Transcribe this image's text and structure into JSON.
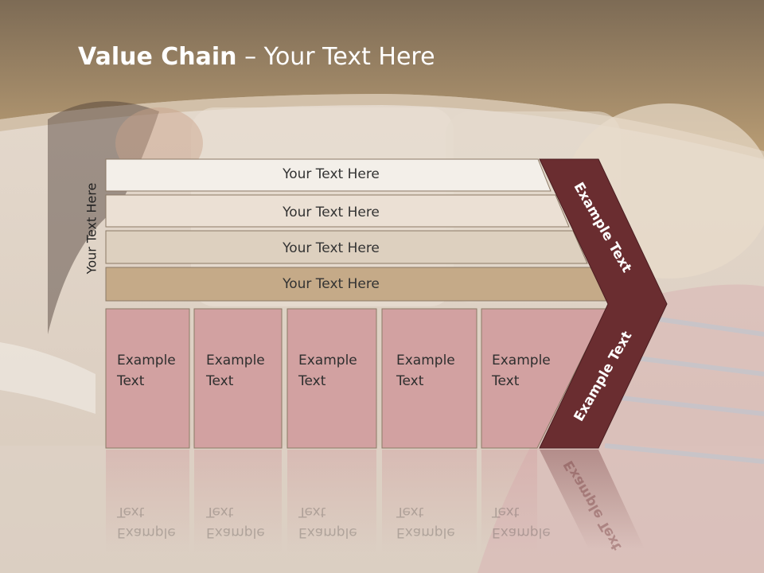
{
  "slide": {
    "title_bold": "Value Chain",
    "title_rest": "– Your Text Here",
    "side_label": "Your Text Here"
  },
  "rows": [
    {
      "label": "Your Text Here"
    },
    {
      "label": "Your Text Here"
    },
    {
      "label": "Your Text Here"
    },
    {
      "label": "Your Text Here"
    }
  ],
  "boxes": [
    {
      "line1": "Example",
      "line2": "Text"
    },
    {
      "line1": "Example",
      "line2": "Text"
    },
    {
      "line1": "Example",
      "line2": "Text"
    },
    {
      "line1": "Example",
      "line2": "Text"
    },
    {
      "line1": "Example",
      "line2": "Text"
    }
  ],
  "arrow": {
    "upper": "Example Text",
    "lower": "Example Text"
  },
  "colors": {
    "header": "#a58965",
    "row1": "#f3efe9",
    "row2": "#ebe0d4",
    "row3": "#ddd0bf",
    "row4": "#c5aa88",
    "box": "#d2a1a1",
    "arrow": "#6a2d30"
  }
}
